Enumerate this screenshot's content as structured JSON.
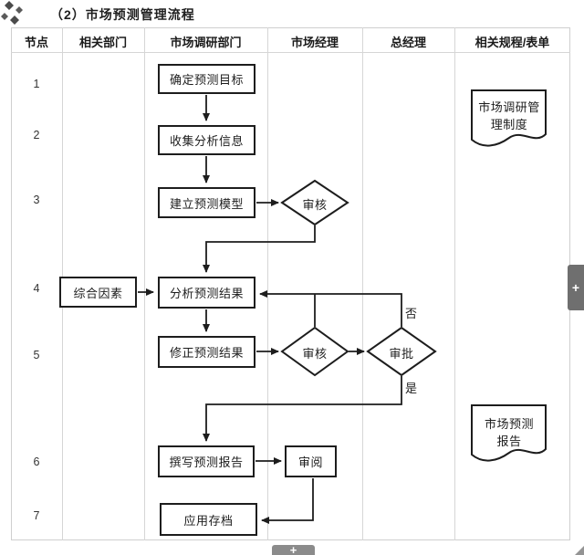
{
  "title": "（2）市场预测管理流程",
  "columns": [
    "节点",
    "相关部门",
    "市场调研部门",
    "市场经理",
    "总经理",
    "相关规程/表单"
  ],
  "nodes": [
    "1",
    "2",
    "3",
    "4",
    "5",
    "6",
    "7"
  ],
  "boxes": {
    "determine_target": "确定预测目标",
    "collect_info": "收集分析信息",
    "build_model": "建立预测模型",
    "factors": "综合因素",
    "analyze_results": "分析预测结果",
    "revise_results": "修正预测结果",
    "write_report": "撰写预测报告",
    "review_read": "审阅",
    "archive": "应用存档"
  },
  "diamonds": {
    "review1": "审核",
    "review2": "审核",
    "approve": "审批"
  },
  "documents": {
    "research_system": "市场调研管理制度",
    "forecast_report": "市场预测报告"
  },
  "branch_labels": {
    "no": "否",
    "yes": "是"
  },
  "controls": {
    "expand_bottom": "+",
    "expand_right": "+"
  },
  "colors": {
    "shape_border": "#1d1d1d",
    "table_border": "#d6d6d6",
    "control_gray": "#6f6f6f",
    "background": "#ffffff"
  }
}
